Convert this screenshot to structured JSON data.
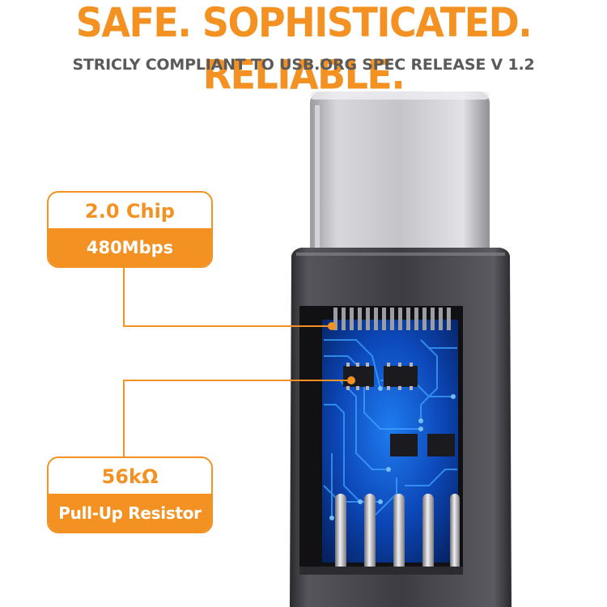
{
  "headline": "SAFE. SOPHISTICATED. RELIABLE.",
  "subheadline": "STRICLY COMPLIANT TO USB.ORG SPEC RELEASE V 1.2",
  "callouts": [
    {
      "title": "2.0 Chip",
      "subtitle": "480Mbps"
    },
    {
      "title": "56kΩ",
      "subtitle": "Pull-Up Resistor"
    }
  ],
  "colors": {
    "accent": "#f39222",
    "subheadline": "#5a5a5a",
    "housing": "#3b3b40",
    "pcb": "#0d3fa6",
    "plug": "#c9c9cd"
  }
}
